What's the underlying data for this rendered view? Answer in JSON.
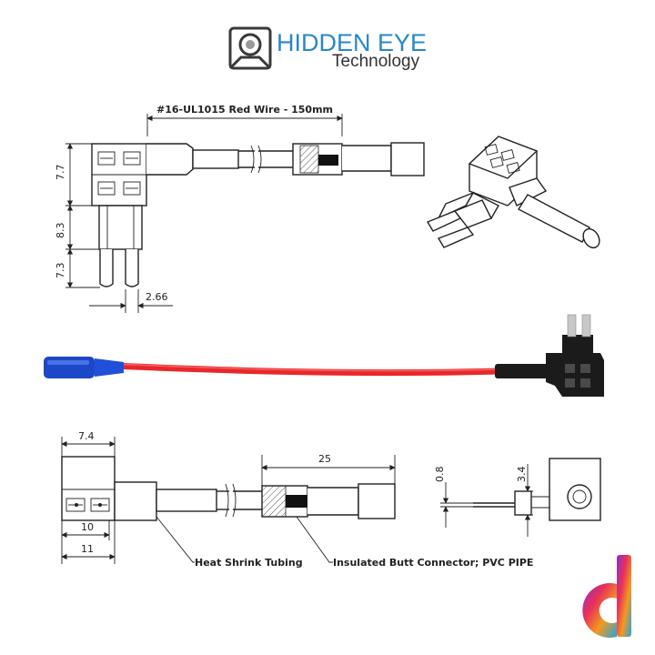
{
  "brand": {
    "name": "HIDDEN EYE",
    "tagline": "Technology",
    "colors": {
      "name": "#2a87c8",
      "tagline": "#333333",
      "icon": "#3a3a3a"
    }
  },
  "top_view": {
    "wire_label": "#16-UL1015 Red Wire - 150mm",
    "dims": {
      "d1": "7.7",
      "d2": "8.3",
      "d3": "7.3",
      "d4": "2.66"
    }
  },
  "photo": {
    "wire_color": "#e8282b",
    "terminal_color": "#1c47c8",
    "body_color": "#1b1b1b",
    "blade_color": "#c8c8c8"
  },
  "bottom_view": {
    "dims": {
      "w1": "7.4",
      "w2": "10",
      "w3": "11",
      "len": "25",
      "t1": "0.8",
      "t2": "3.4"
    },
    "callout_1": "Heat Shrink Tubing",
    "callout_2": "Insulated Butt Connector; PVC PIPE"
  },
  "watermark": {
    "icon": "d-logo-icon"
  }
}
